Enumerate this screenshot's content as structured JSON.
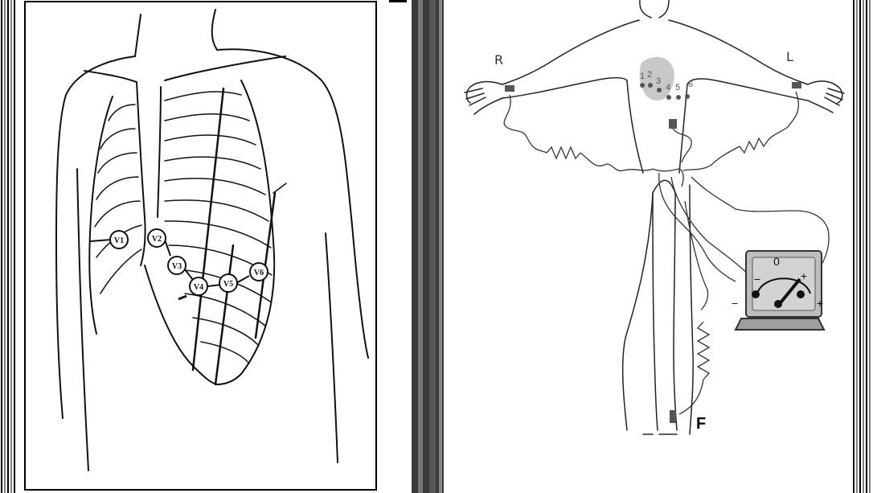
{
  "left_panel": {
    "electrodes": [
      "V1",
      "V2",
      "V3",
      "V4",
      "V5",
      "V6"
    ]
  },
  "right_panel": {
    "limb_labels": {
      "right_arm": "R",
      "left_arm": "L",
      "foot": "F"
    },
    "precordial_positions": [
      "1",
      "2",
      "3",
      "4",
      "5",
      "6"
    ],
    "meter": {
      "zero": "0",
      "minus": "−",
      "plus": "+",
      "outer_minus": "−",
      "outer_plus": "+"
    }
  },
  "colors": {
    "line": "#111111",
    "heart": "#c8c8c8",
    "meter_body": "#bdbdbd",
    "electrode_pad": "#555555"
  }
}
